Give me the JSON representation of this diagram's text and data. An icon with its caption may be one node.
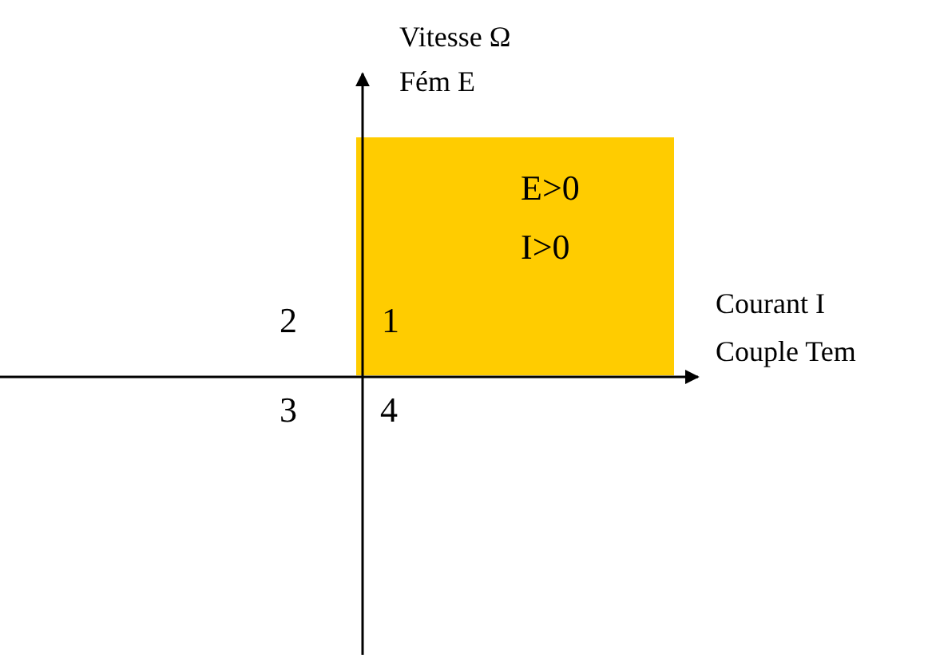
{
  "diagram": {
    "nodes": [
      {
        "text": [
          "E>0 I>0",
          "1"
        ]
      }
    ],
    "labels": [
      "Vitesse Ω",
      "Fém E",
      "2",
      "Courant I",
      "Couple Tem",
      "3",
      "4"
    ]
  }
}
